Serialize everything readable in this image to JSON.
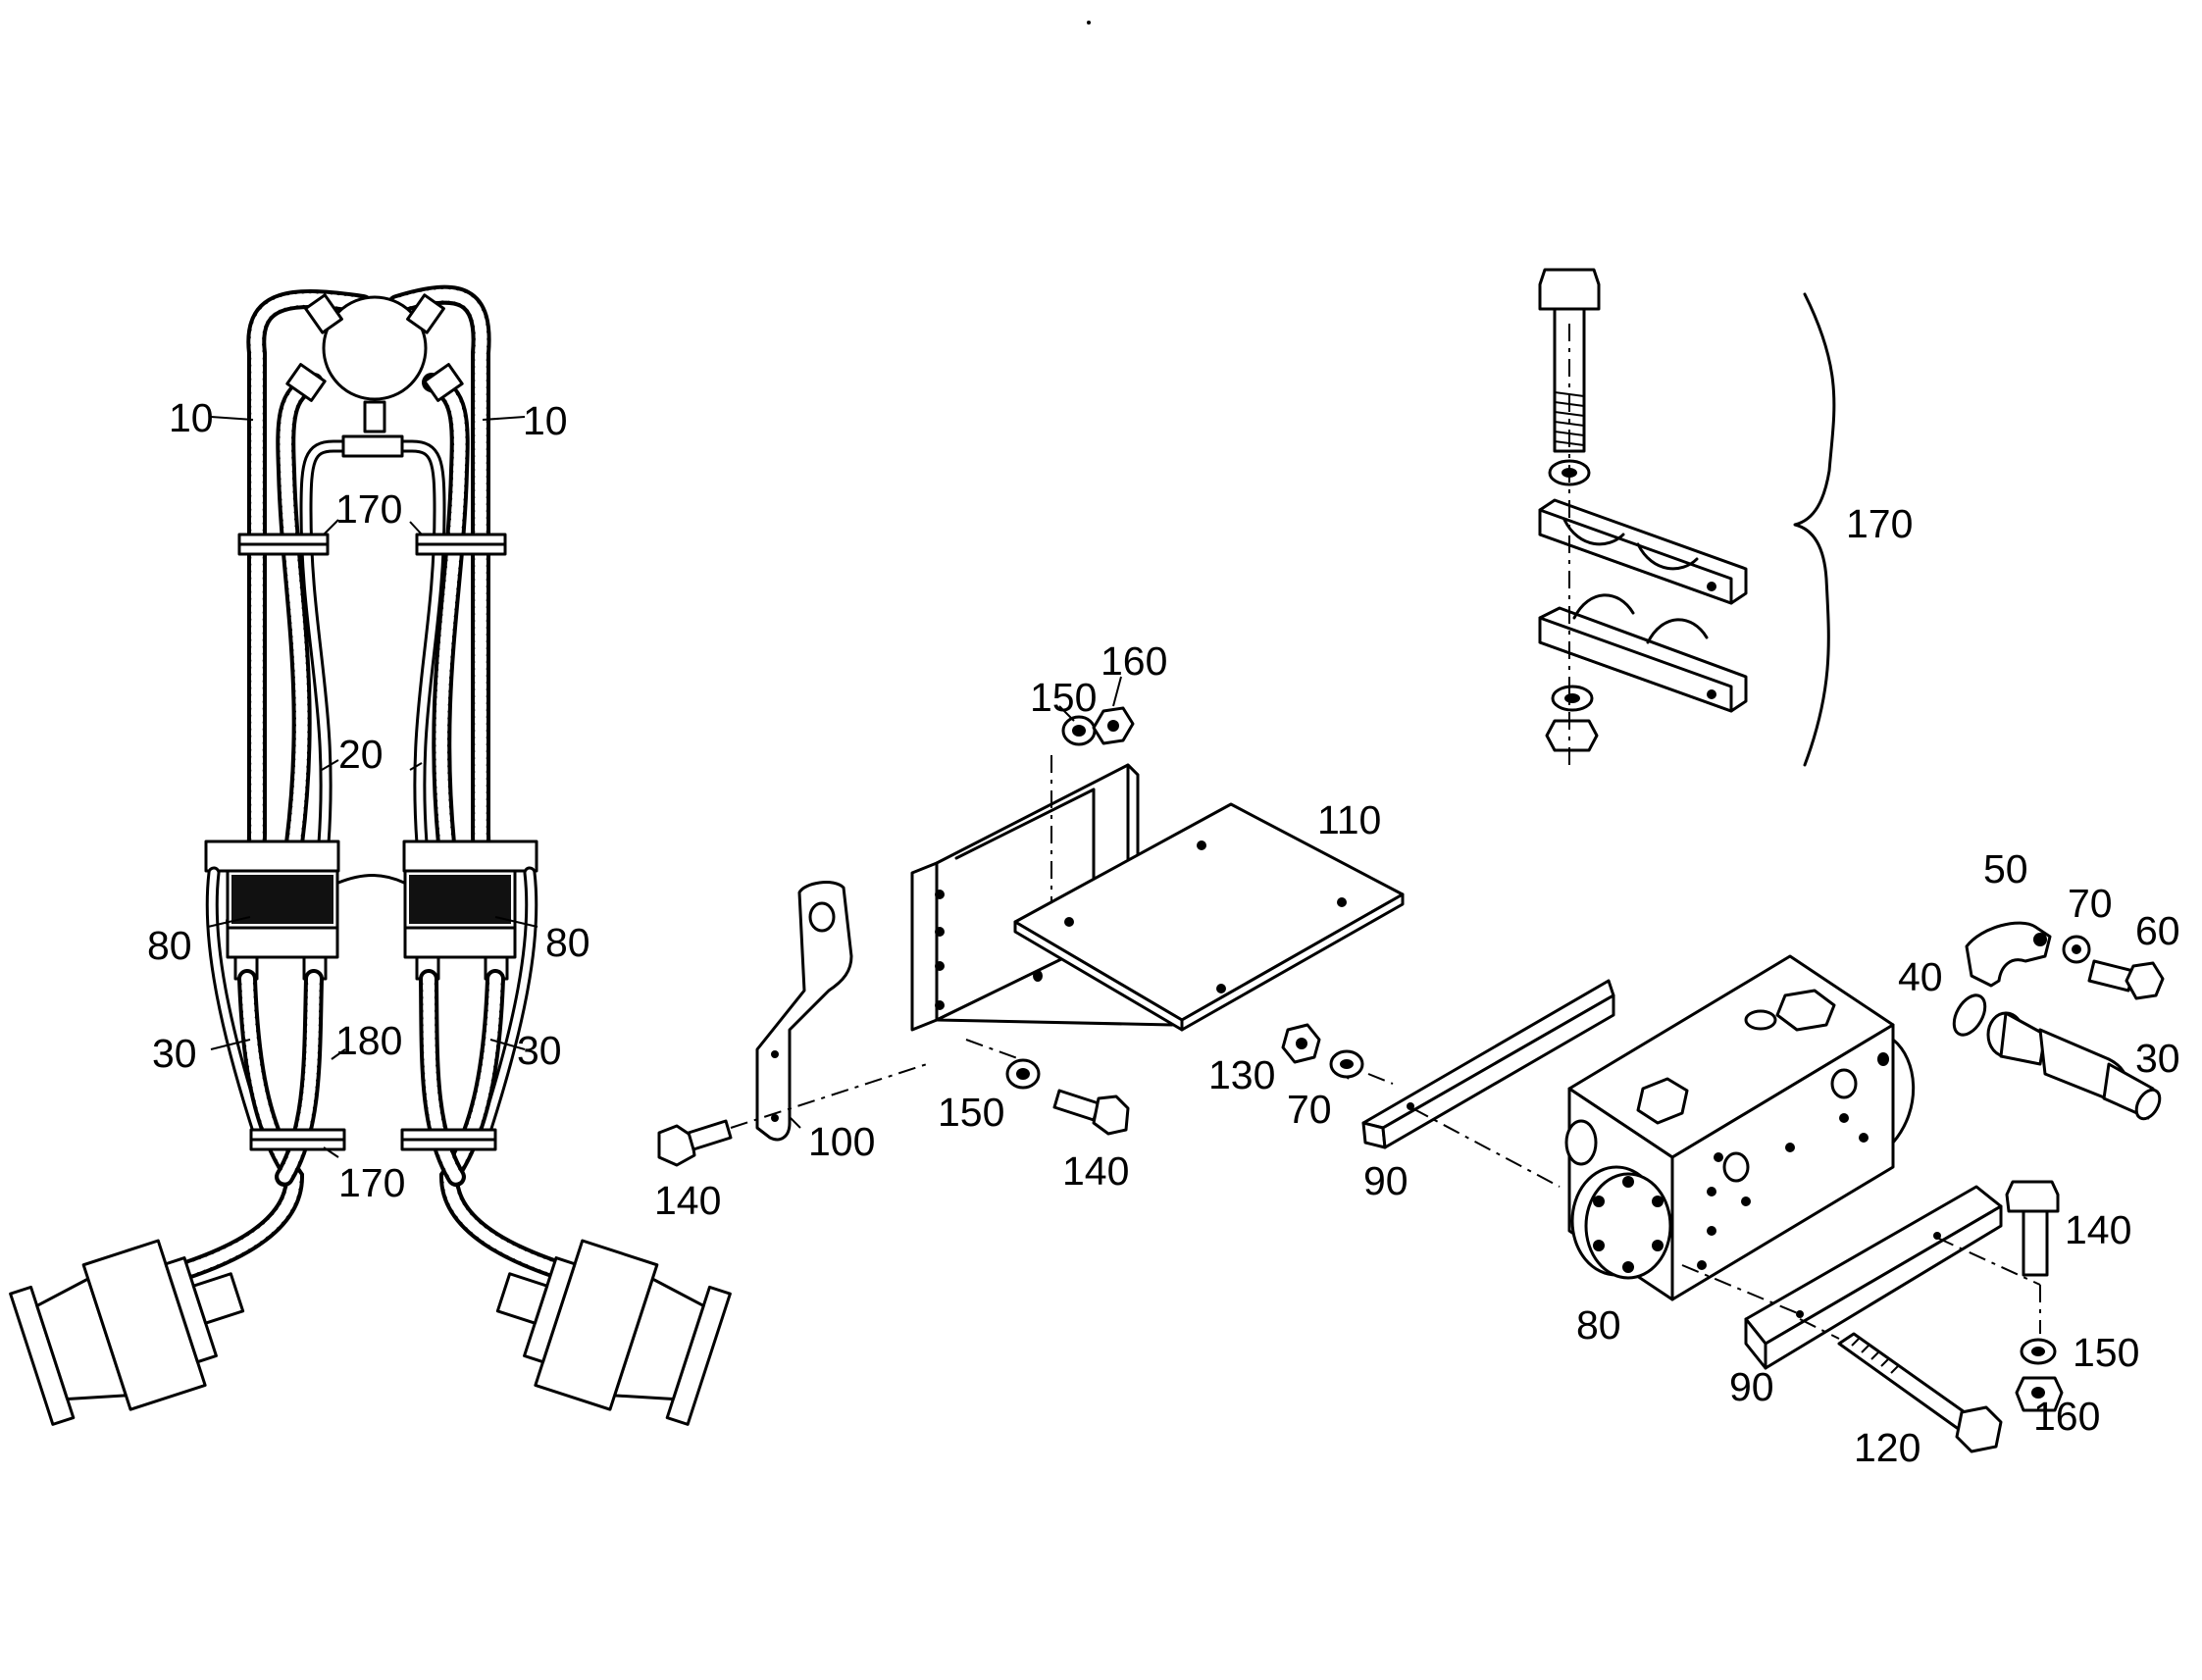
{
  "labels": {
    "hose_left": "10",
    "hose_right": "10",
    "clamp_top": "170",
    "tube_mid": "20",
    "block_left": "80",
    "block_right": "80",
    "line_left": "30",
    "line_right": "30",
    "tube_lower": "180",
    "clamp_bottom": "170",
    "clamp_kit": "170",
    "washer_top": "150",
    "nut_top": "160",
    "plate": "110",
    "bracket": "100",
    "bolt_left": "140",
    "washer_mid": "150",
    "bolt_mid": "140",
    "nut_130": "130",
    "washer_70_mid": "70",
    "angle_upper": "90",
    "flange_half": "50",
    "washer_70_right": "70",
    "screw_60": "60",
    "oring": "40",
    "fitting": "30",
    "valve_block": "80",
    "bolt_right": "140",
    "angle_lower": "90",
    "washer_right": "150",
    "nut_right": "160",
    "bolt_long": "120"
  }
}
